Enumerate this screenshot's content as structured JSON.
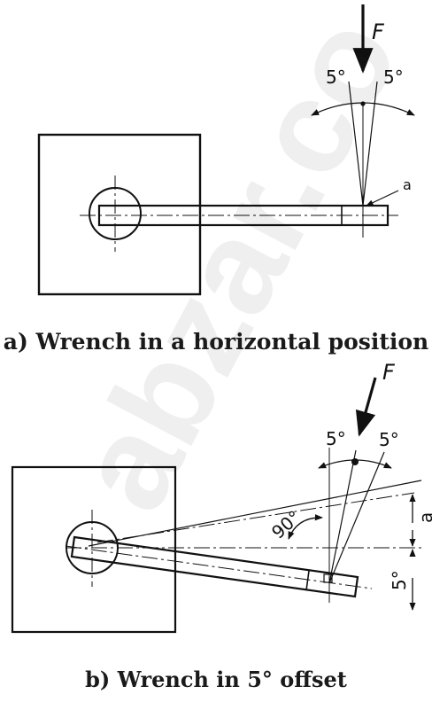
{
  "figure_a": {
    "caption": "a) Wrench in a horizontal position",
    "force_label": "F",
    "angle_left": "5°",
    "angle_right": "5°",
    "point_label": "a"
  },
  "figure_b": {
    "caption": "b) Wrench in 5° offset",
    "force_label": "F",
    "angle_left": "5°",
    "angle_right": "5°",
    "right_angle_label": "90°",
    "offset_label": "5°",
    "dim_label": "a"
  },
  "watermark": {
    "text": "abzar.co",
    "color": "#000000"
  }
}
